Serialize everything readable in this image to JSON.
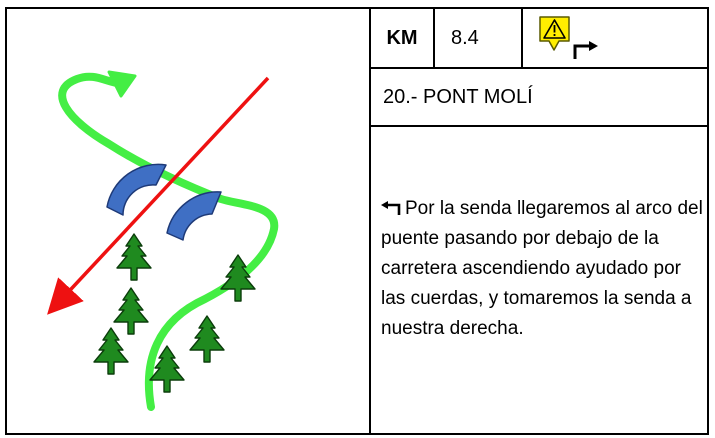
{
  "km": {
    "label": "KM",
    "value": "8.4"
  },
  "waypoint": {
    "title": "20.- PONT MOLÍ"
  },
  "description": {
    "text": "Por la senda llegaremos al arco del puente pasando por debajo de la carretera ascendiendo ayudado por las cuerdas, y tomaremos la senda a nuestra derecha."
  },
  "icons": {
    "warning": "warning-sign-icon",
    "turn_right": "turn-right-arrow-icon",
    "turn_left": "turn-left-arrow-icon",
    "tree": "pine-tree-icon",
    "bridge_arch": "bridge-arch-icon"
  },
  "colors": {
    "trail": "#44ee44",
    "road": "#ee1111",
    "bridge": "#3f6fc4",
    "tree": "#1f8a1f",
    "warning_fill": "#ffee00"
  }
}
